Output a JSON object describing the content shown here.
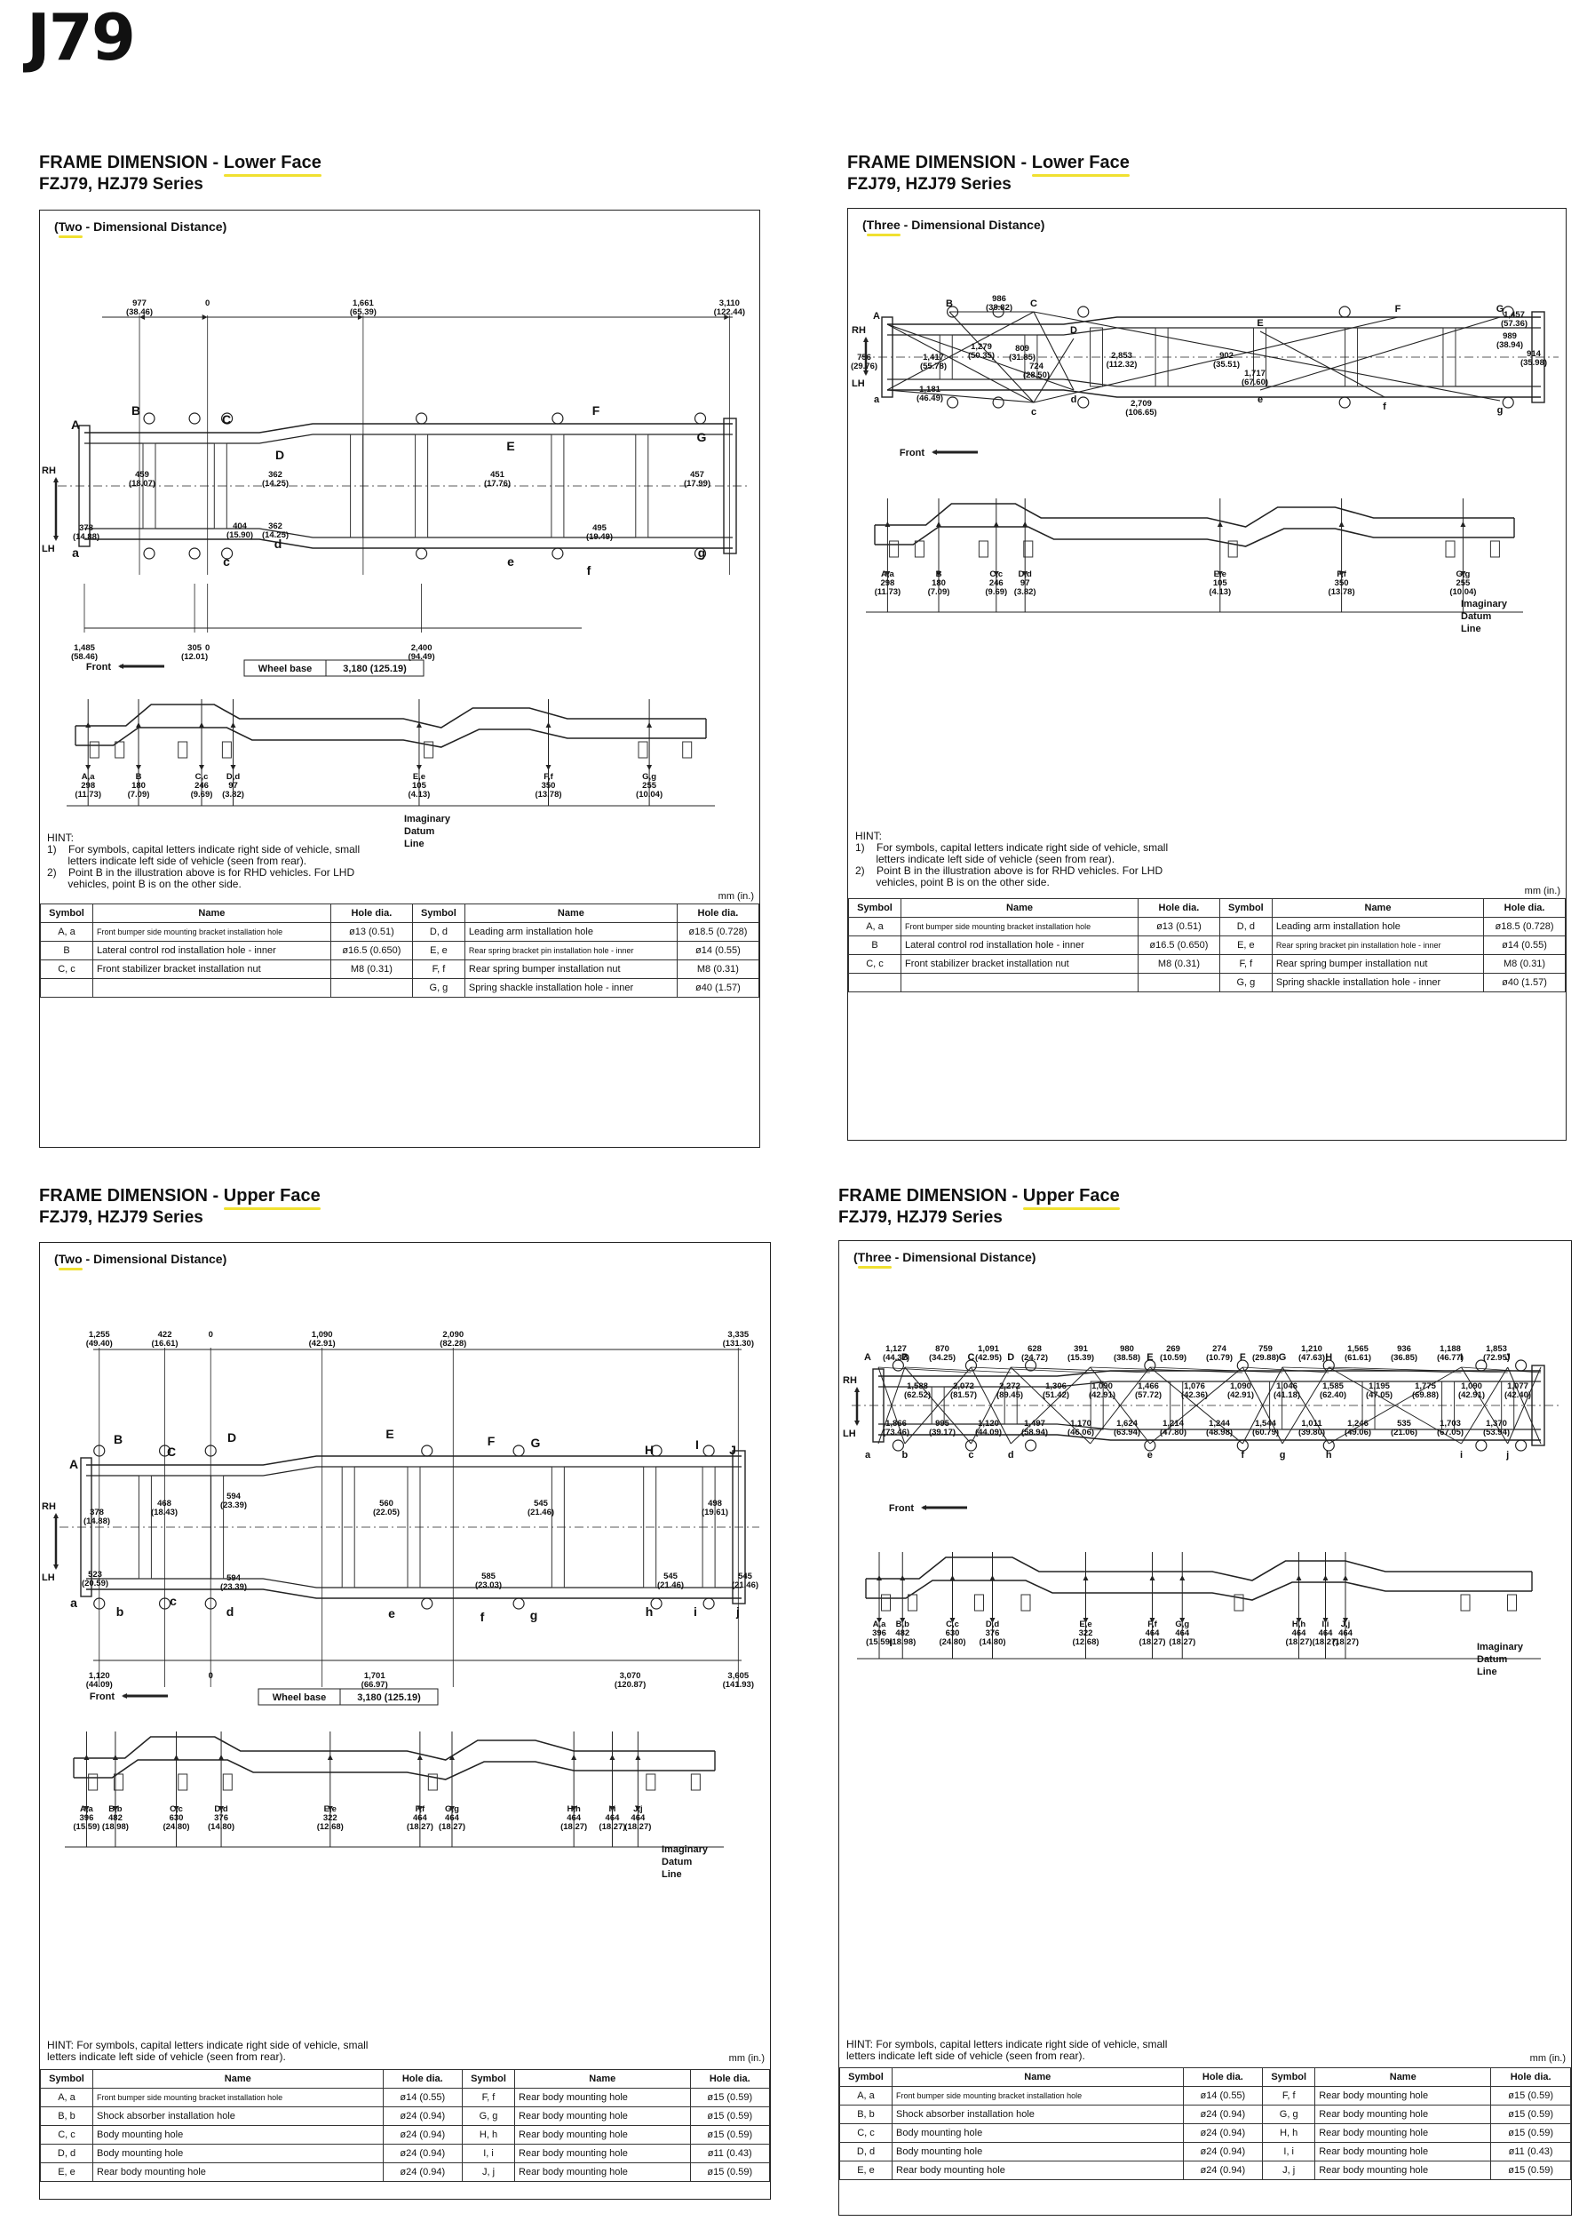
{
  "page_label": "J79",
  "panels": [
    {
      "id": "p1",
      "title_prefix": "FRAME DIMENSION - ",
      "title_face": "Lower Face",
      "series": "FZJ79, HZJ79 Series",
      "subtitle_prefix": "(",
      "subtitle_mode": "Two",
      "subtitle_rest": " - Dimensional Distance)",
      "front_label": "Front",
      "wheelbase_label": "Wheel base",
      "wheelbase_value": "3,180 (125.19)",
      "rh": "RH",
      "lh": "LH",
      "datum": [
        "Imaginary",
        "Datum",
        "Line"
      ],
      "top_dims": [
        {
          "value": "977",
          "inch": "(38.46)"
        },
        {
          "value": "0",
          "inch": ""
        },
        {
          "value": "1,661",
          "inch": "(65.39)"
        },
        {
          "value": "3,110",
          "inch": "(122.44)"
        }
      ],
      "bottom_dims": [
        {
          "value": "1,485",
          "inch": "(58.46)"
        },
        {
          "value": "305",
          "inch": "(12.01)"
        },
        {
          "value": "0",
          "inch": ""
        },
        {
          "value": "2,400",
          "inch": "(94.49)"
        }
      ],
      "plan_dims": [
        {
          "value": "459",
          "inch": "(18.07)"
        },
        {
          "value": "362",
          "inch": "(14.25)"
        },
        {
          "value": "451",
          "inch": "(17.76)"
        },
        {
          "value": "457",
          "inch": "(17.99)"
        },
        {
          "value": "378",
          "inch": "(14.88)"
        },
        {
          "value": "404",
          "inch": "(15.90)"
        },
        {
          "value": "362",
          "inch": "(14.25)"
        },
        {
          "value": "495",
          "inch": "(19.49)"
        }
      ],
      "side_dims": [
        {
          "label": "A,a",
          "value": "298",
          "inch": "(11.73)"
        },
        {
          "label": "B",
          "value": "180",
          "inch": "(7.09)"
        },
        {
          "label": "C,c",
          "value": "246",
          "inch": "(9.69)"
        },
        {
          "label": "D,d",
          "value": "97",
          "inch": "(3.82)"
        },
        {
          "label": "E,e",
          "value": "105",
          "inch": "(4.13)"
        },
        {
          "label": "F,f",
          "value": "350",
          "inch": "(13.78)"
        },
        {
          "label": "G,g",
          "value": "255",
          "inch": "(10.04)"
        }
      ],
      "hint_lines": [
        "HINT:",
        "1)    For symbols, capital letters indicate right side of vehicle, small",
        "       letters indicate left side of vehicle (seen from rear).",
        "2)    Point B in the illustration above is for RHD vehicles. For LHD",
        "       vehicles, point B is on the other side."
      ],
      "unit_note": "mm (in.)",
      "table_headers": [
        "Symbol",
        "Name",
        "Hole dia."
      ],
      "legend": [
        [
          {
            "sym": "A,  a",
            "name": "Front bumper side mounting bracket installation hole",
            "dia": "ø13 (0.51)"
          },
          {
            "sym": "D,  d",
            "name": "Leading arm installation hole",
            "dia": "ø18.5 (0.728)"
          }
        ],
        [
          {
            "sym": "B",
            "name": "Lateral control rod installation hole - inner",
            "dia": "ø16.5 (0.650)"
          },
          {
            "sym": "E,  e",
            "name": "Rear spring bracket pin installation hole - inner",
            "dia": "ø14 (0.55)"
          }
        ],
        [
          {
            "sym": "C,  c",
            "name": "Front stabilizer bracket installation nut",
            "dia": "M8 (0.31)"
          },
          {
            "sym": "F,  f",
            "name": "Rear spring bumper installation nut",
            "dia": "M8 (0.31)"
          }
        ],
        [
          {
            "sym": "",
            "name": "",
            "dia": ""
          },
          {
            "sym": "G,  g",
            "name": "Spring shackle installation hole - inner",
            "dia": "ø40 (1.57)"
          }
        ]
      ]
    },
    {
      "id": "p2",
      "title_prefix": "FRAME DIMENSION - ",
      "title_face": "Lower Face",
      "series": "FZJ79, HZJ79 Series",
      "subtitle_prefix": "(",
      "subtitle_mode": "Three",
      "subtitle_rest": " - Dimensional Distance)",
      "front_label": "Front",
      "rh": "RH",
      "lh": "LH",
      "datum": [
        "Imaginary",
        "Datum",
        "Line"
      ],
      "plan_dims": [
        {
          "value": "986",
          "inch": "(38.82)"
        },
        {
          "value": "1,457",
          "inch": "(57.36)"
        },
        {
          "value": "989",
          "inch": "(38.94)"
        },
        {
          "value": "756",
          "inch": "(29.76)"
        },
        {
          "value": "1,417",
          "inch": "(55.78)"
        },
        {
          "value": "1,279",
          "inch": "(50.35)"
        },
        {
          "value": "809",
          "inch": "(31.85)"
        },
        {
          "value": "724",
          "inch": "(28.50)"
        },
        {
          "value": "2,853",
          "inch": "(112.32)"
        },
        {
          "value": "902",
          "inch": "(35.51)"
        },
        {
          "value": "1,717",
          "inch": "(67.60)"
        },
        {
          "value": "914",
          "inch": "(35.98)"
        },
        {
          "value": "1,181",
          "inch": "(46.49)"
        },
        {
          "value": "2,709",
          "inch": "(106.65)"
        }
      ],
      "side_dims": [
        {
          "label": "A,a",
          "value": "298",
          "inch": "(11.73)"
        },
        {
          "label": "B",
          "value": "180",
          "inch": "(7.09)"
        },
        {
          "label": "C,c",
          "value": "246",
          "inch": "(9.69)"
        },
        {
          "label": "D,d",
          "value": "97",
          "inch": "(3.82)"
        },
        {
          "label": "E,e",
          "value": "105",
          "inch": "(4.13)"
        },
        {
          "label": "F,f",
          "value": "350",
          "inch": "(13.78)"
        },
        {
          "label": "G,g",
          "value": "255",
          "inch": "(10.04)"
        }
      ],
      "hint_lines": [
        "HINT:",
        "1)    For symbols, capital letters indicate right side of vehicle, small",
        "       letters indicate left side of vehicle (seen from rear).",
        "2)    Point B in the illustration above is for RHD vehicles. For LHD",
        "       vehicles, point B is on the other side."
      ],
      "unit_note": "mm (in.)",
      "table_headers": [
        "Symbol",
        "Name",
        "Hole dia."
      ],
      "legend": [
        [
          {
            "sym": "A,  a",
            "name": "Front bumper side mounting bracket installation hole",
            "dia": "ø13 (0.51)"
          },
          {
            "sym": "D,  d",
            "name": "Leading arm installation hole",
            "dia": "ø18.5 (0.728)"
          }
        ],
        [
          {
            "sym": "B",
            "name": "Lateral control rod installation hole - inner",
            "dia": "ø16.5 (0.650)"
          },
          {
            "sym": "E,  e",
            "name": "Rear spring bracket pin installation hole - inner",
            "dia": "ø14 (0.55)"
          }
        ],
        [
          {
            "sym": "C,  c",
            "name": "Front stabilizer bracket installation nut",
            "dia": "M8 (0.31)"
          },
          {
            "sym": "F,  f",
            "name": "Rear spring bumper installation nut",
            "dia": "M8 (0.31)"
          }
        ],
        [
          {
            "sym": "",
            "name": "",
            "dia": ""
          },
          {
            "sym": "G,  g",
            "name": "Spring shackle installation hole - inner",
            "dia": "ø40 (1.57)"
          }
        ]
      ]
    },
    {
      "id": "p3",
      "title_prefix": "FRAME DIMENSION - ",
      "title_face": "Upper Face",
      "series": "FZJ79, HZJ79 Series",
      "subtitle_prefix": "(",
      "subtitle_mode": "Two",
      "subtitle_rest": " - Dimensional Distance)",
      "front_label": "Front",
      "wheelbase_label": "Wheel base",
      "wheelbase_value": "3,180 (125.19)",
      "rh": "RH",
      "lh": "LH",
      "datum": [
        "Imaginary",
        "Datum",
        "Line"
      ],
      "top_dims": [
        {
          "value": "1,255",
          "inch": "(49.40)"
        },
        {
          "value": "422",
          "inch": "(16.61)"
        },
        {
          "value": "0",
          "inch": ""
        },
        {
          "value": "1,090",
          "inch": "(42.91)"
        },
        {
          "value": "2,090",
          "inch": "(82.28)"
        },
        {
          "value": "3,335",
          "inch": "(131.30)"
        }
      ],
      "bottom_dims": [
        {
          "value": "1,120",
          "inch": "(44.09)"
        },
        {
          "value": "0",
          "inch": ""
        },
        {
          "value": "1,701",
          "inch": "(66.97)"
        },
        {
          "value": "3,070",
          "inch": "(120.87)"
        },
        {
          "value": "3,605",
          "inch": "(141.93)"
        }
      ],
      "plan_dims": [
        {
          "value": "468",
          "inch": "(18.43)"
        },
        {
          "value": "594",
          "inch": "(23.39)"
        },
        {
          "value": "560",
          "inch": "(22.05)"
        },
        {
          "value": "545",
          "inch": "(21.46)"
        },
        {
          "value": "498",
          "inch": "(19.61)"
        },
        {
          "value": "378",
          "inch": "(14.88)"
        },
        {
          "value": "523",
          "inch": "(20.59)"
        },
        {
          "value": "594",
          "inch": "(23.39)"
        },
        {
          "value": "585",
          "inch": "(23.03)"
        },
        {
          "value": "545",
          "inch": "(21.46)"
        },
        {
          "value": "545",
          "inch": "(21.46)"
        }
      ],
      "side_dims": [
        {
          "label": "A,a",
          "value": "396",
          "inch": "(15.59)"
        },
        {
          "label": "B,b",
          "value": "482",
          "inch": "(18.98)"
        },
        {
          "label": "C,c",
          "value": "630",
          "inch": "(24.80)"
        },
        {
          "label": "D,d",
          "value": "376",
          "inch": "(14.80)"
        },
        {
          "label": "E,e",
          "value": "322",
          "inch": "(12.68)"
        },
        {
          "label": "F,f",
          "value": "464",
          "inch": "(18.27)"
        },
        {
          "label": "G,g",
          "value": "464",
          "inch": "(18.27)"
        },
        {
          "label": "H,h",
          "value": "464",
          "inch": "(18.27)"
        },
        {
          "label": "I,i",
          "value": "464",
          "inch": "(18.27)"
        },
        {
          "label": "J,j",
          "value": "464",
          "inch": "(18.27)"
        }
      ],
      "hint_lines": [
        "HINT: For symbols, capital letters indicate right side of vehicle, small",
        "letters indicate left side of vehicle (seen from rear)."
      ],
      "unit_note": "mm (in.)",
      "table_headers": [
        "Symbol",
        "Name",
        "Hole dia."
      ],
      "legend": [
        [
          {
            "sym": "A,  a",
            "name": "Front bumper side mounting bracket installation hole",
            "dia": "ø14 (0.55)"
          },
          {
            "sym": "F,  f",
            "name": "Rear body mounting hole",
            "dia": "ø15 (0.59)"
          }
        ],
        [
          {
            "sym": "B,  b",
            "name": "Shock absorber installation hole",
            "dia": "ø24 (0.94)"
          },
          {
            "sym": "G,  g",
            "name": "Rear body mounting hole",
            "dia": "ø15 (0.59)"
          }
        ],
        [
          {
            "sym": "C,  c",
            "name": "Body mounting hole",
            "dia": "ø24 (0.94)"
          },
          {
            "sym": "H,  h",
            "name": "Rear body mounting hole",
            "dia": "ø15 (0.59)"
          }
        ],
        [
          {
            "sym": "D,  d",
            "name": "Body mounting hole",
            "dia": "ø24 (0.94)"
          },
          {
            "sym": "I,  i",
            "name": "Rear body mounting hole",
            "dia": "ø11 (0.43)"
          }
        ],
        [
          {
            "sym": "E,  e",
            "name": "Rear body mounting hole",
            "dia": "ø24 (0.94)"
          },
          {
            "sym": "J,  j",
            "name": "Rear body mounting hole",
            "dia": "ø15 (0.59)"
          }
        ]
      ]
    },
    {
      "id": "p4",
      "title_prefix": "FRAME DIMENSION - ",
      "title_face": "Upper Face",
      "series": "FZJ79, HZJ79 Series",
      "subtitle_prefix": "(",
      "subtitle_mode": "Three",
      "subtitle_rest": " - Dimensional Distance)",
      "front_label": "Front",
      "rh": "RH",
      "lh": "LH",
      "datum": [
        "Imaginary",
        "Datum",
        "Line"
      ],
      "plan_dims": [
        {
          "value": "1,127",
          "inch": "(44.37)"
        },
        {
          "value": "870",
          "inch": "(34.25)"
        },
        {
          "value": "1,091",
          "inch": "(42.95)"
        },
        {
          "value": "628",
          "inch": "(24.72)"
        },
        {
          "value": "391",
          "inch": "(15.39)"
        },
        {
          "value": "980",
          "inch": "(38.58)"
        },
        {
          "value": "269",
          "inch": "(10.59)"
        },
        {
          "value": "274",
          "inch": "(10.79)"
        },
        {
          "value": "759",
          "inch": "(29.88)"
        },
        {
          "value": "1,210",
          "inch": "(47.63)"
        },
        {
          "value": "1,565",
          "inch": "(61.61)"
        },
        {
          "value": "936",
          "inch": "(36.85)"
        },
        {
          "value": "1,188",
          "inch": "(46.77)"
        },
        {
          "value": "1,853",
          "inch": "(72.95)"
        },
        {
          "value": "1,588",
          "inch": "(62.52)"
        },
        {
          "value": "2,072",
          "inch": "(81.57)"
        },
        {
          "value": "2,272",
          "inch": "(89.45)"
        },
        {
          "value": "1,306",
          "inch": "(51.42)"
        },
        {
          "value": "1,090",
          "inch": "(42.91)"
        },
        {
          "value": "1,466",
          "inch": "(57.72)"
        },
        {
          "value": "1,076",
          "inch": "(42.36)"
        },
        {
          "value": "1,090",
          "inch": "(42.91)"
        },
        {
          "value": "1,046",
          "inch": "(41.18)"
        },
        {
          "value": "1,585",
          "inch": "(62.40)"
        },
        {
          "value": "1,195",
          "inch": "(47.05)"
        },
        {
          "value": "1,775",
          "inch": "(69.88)"
        },
        {
          "value": "1,090",
          "inch": "(42.91)"
        },
        {
          "value": "1,077",
          "inch": "(42.40)"
        },
        {
          "value": "1,866",
          "inch": "(73.46)"
        },
        {
          "value": "995",
          "inch": "(39.17)"
        },
        {
          "value": "1,120",
          "inch": "(44.09)"
        },
        {
          "value": "1,497",
          "inch": "(58.94)"
        },
        {
          "value": "1,170",
          "inch": "(46.06)"
        },
        {
          "value": "1,624",
          "inch": "(63.94)"
        },
        {
          "value": "1,214",
          "inch": "(47.80)"
        },
        {
          "value": "1,244",
          "inch": "(48.98)"
        },
        {
          "value": "1,544",
          "inch": "(60.79)"
        },
        {
          "value": "1,011",
          "inch": "(39.80)"
        },
        {
          "value": "1,246",
          "inch": "(49.06)"
        },
        {
          "value": "535",
          "inch": "(21.06)"
        },
        {
          "value": "1,703",
          "inch": "(67.05)"
        },
        {
          "value": "1,370",
          "inch": "(53.94)"
        }
      ],
      "side_dims": [
        {
          "label": "A,a",
          "value": "396",
          "inch": "(15.59)"
        },
        {
          "label": "B,b",
          "value": "482",
          "inch": "(18.98)"
        },
        {
          "label": "C,c",
          "value": "630",
          "inch": "(24.80)"
        },
        {
          "label": "D,d",
          "value": "376",
          "inch": "(14.80)"
        },
        {
          "label": "E,e",
          "value": "322",
          "inch": "(12.68)"
        },
        {
          "label": "F,f",
          "value": "464",
          "inch": "(18.27)"
        },
        {
          "label": "G,g",
          "value": "464",
          "inch": "(18.27)"
        },
        {
          "label": "H,h",
          "value": "464",
          "inch": "(18.27)"
        },
        {
          "label": "I,i",
          "value": "464",
          "inch": "(18.27)"
        },
        {
          "label": "J,j",
          "value": "464",
          "inch": "(18.27)"
        }
      ],
      "hint_lines": [
        "HINT: For symbols, capital letters indicate right side of vehicle, small",
        "letters indicate left side of vehicle (seen from rear)."
      ],
      "unit_note": "mm (in.)",
      "table_headers": [
        "Symbol",
        "Name",
        "Hole dia."
      ],
      "legend": [
        [
          {
            "sym": "A,  a",
            "name": "Front bumper side mounting bracket installation hole",
            "dia": "ø14 (0.55)"
          },
          {
            "sym": "F,  f",
            "name": "Rear body mounting hole",
            "dia": "ø15 (0.59)"
          }
        ],
        [
          {
            "sym": "B,  b",
            "name": "Shock absorber installation hole",
            "dia": "ø24 (0.94)"
          },
          {
            "sym": "G,  g",
            "name": "Rear body mounting hole",
            "dia": "ø15 (0.59)"
          }
        ],
        [
          {
            "sym": "C,  c",
            "name": "Body mounting hole",
            "dia": "ø24 (0.94)"
          },
          {
            "sym": "H,  h",
            "name": "Rear body mounting hole",
            "dia": "ø15 (0.59)"
          }
        ],
        [
          {
            "sym": "D,  d",
            "name": "Body mounting hole",
            "dia": "ø24 (0.94)"
          },
          {
            "sym": "I,  i",
            "name": "Rear body mounting hole",
            "dia": "ø11 (0.43)"
          }
        ],
        [
          {
            "sym": "E,  e",
            "name": "Rear body mounting hole",
            "dia": "ø24 (0.94)"
          },
          {
            "sym": "J,  j",
            "name": "Rear body mounting hole",
            "dia": "ø15 (0.59)"
          }
        ]
      ]
    }
  ]
}
